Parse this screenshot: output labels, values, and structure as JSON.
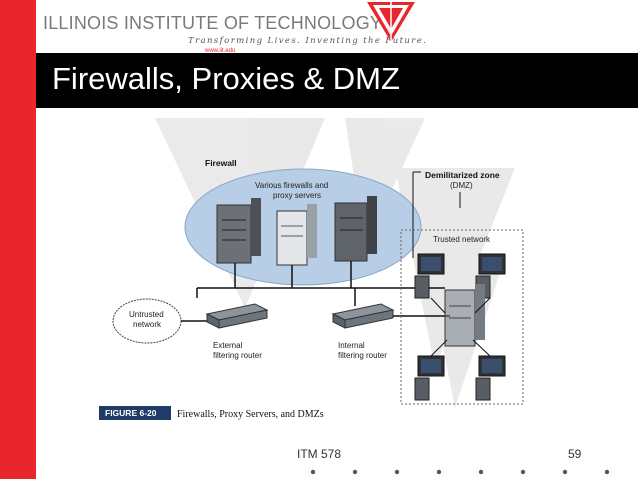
{
  "header": {
    "institution": "ILLINOIS INSTITUTE OF TECHNOLOGY",
    "tagline": "Transforming Lives. Inventing the Future.",
    "weblink": "www.iit.edu"
  },
  "slide": {
    "title": "Firewalls, Proxies & DMZ"
  },
  "diagram": {
    "firewall_label": "Firewall",
    "proxy_label_1": "Various firewalls and",
    "proxy_label_2": "proxy servers",
    "dmz_label_1": "Demilitarized zone",
    "dmz_label_2": "(DMZ)",
    "trusted_label": "Trusted network",
    "untrusted_label_1": "Untrusted",
    "untrusted_label_2": "network",
    "ext_router_1": "External",
    "ext_router_2": "filtering router",
    "int_router_1": "Internal",
    "int_router_2": "filtering router",
    "figure_tag": "FIGURE 6-20",
    "figure_caption": "Firewalls, Proxy Servers, and DMZs"
  },
  "footer": {
    "course": "ITM 578",
    "page": "59"
  },
  "colors": {
    "accent_red": "#e8262b",
    "title_bar": "#000000",
    "dmz_ellipse": "#b8cde6",
    "figure_tag_bg": "#1f3c68"
  }
}
